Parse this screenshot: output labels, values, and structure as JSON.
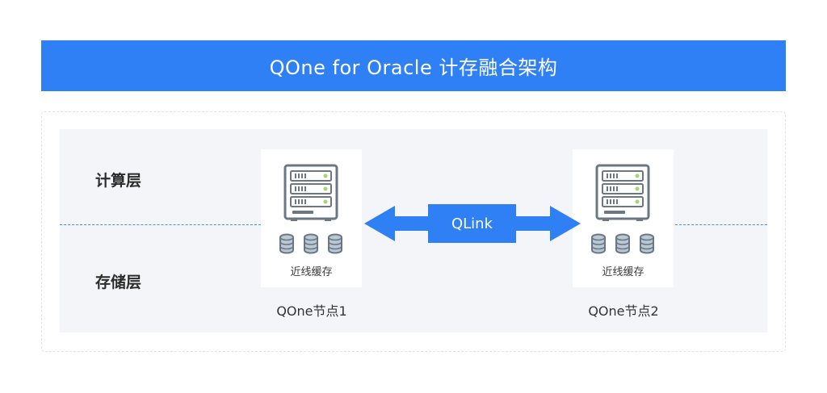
{
  "title": "QOne for Oracle 计存融合架构",
  "layers": {
    "compute": "计算层",
    "storage": "存储层"
  },
  "nodes": [
    {
      "name": "QOne节点1",
      "cache_label": "近线缓存"
    },
    {
      "name": "QOne节点2",
      "cache_label": "近线缓存"
    }
  ],
  "link": {
    "label": "QLink"
  },
  "colors": {
    "accent": "#2f7ff5",
    "panel": "#f4f5f8",
    "icon": "#6b7785",
    "icon_light": "#b9c8d3",
    "led": "#a6d66a"
  }
}
